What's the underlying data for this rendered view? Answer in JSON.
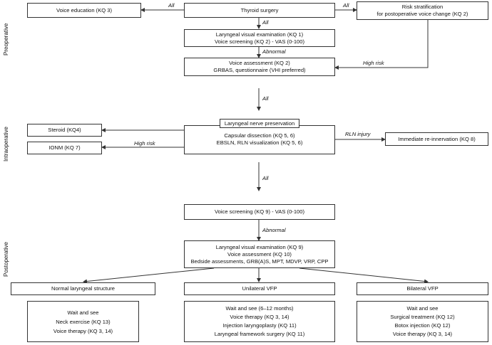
{
  "phases": {
    "preoperative": "Preoperative",
    "intraoperative": "Intraoperative",
    "postoperative": "Postoperative"
  },
  "pre": {
    "voice_education": "Voice education (KQ 3)",
    "thyroid_surgery": "Thyroid surgery",
    "risk_strat_1": "Risk stratification",
    "risk_strat_2": "for postoperative voice change (KQ 2)",
    "laryngeal_exam_1": "Laryngeal visual examination (KQ 1)",
    "laryngeal_exam_2": "Voice screening (KQ 2) - VAS (0-100)",
    "voice_assess_1": "Voice assessment (KQ 2)",
    "voice_assess_2": "GRBAS, questionnaire (VHI preferred)"
  },
  "intra": {
    "steroid": "Steroid (KQ4)",
    "ionm": "IONM (KQ 7)",
    "nerve_preservation": "Laryngeal nerve preservation",
    "capsular_1": "Capsular dissection (KQ 5, 6)",
    "capsular_2": "EBSLN, RLN visualization (KQ 5, 6)",
    "reinnervation": "Immediate re-innervation (KQ 8)"
  },
  "post": {
    "voice_screening": "Voice screening (KQ 9) - VAS (0-100)",
    "exam_1": "Laryngeal visual examination (KQ 9)",
    "exam_2": "Voice assessment (KQ 10)",
    "exam_3": "Bedside assessments, GRB(A)S, MPT, MDVP, VRP, CPP",
    "normal_title": "Normal laryngeal structure",
    "unilateral_title": "Unilateral VFP",
    "bilateral_title": "Bilateral VFP",
    "normal_items": [
      "Wait and see",
      "Neck exercise (KQ 13)",
      "Voice therapy (KQ 3, 14)"
    ],
    "unilateral_items": [
      "Wait and see (6–12 months)",
      "Voice therapy (KQ 3, 14)",
      "Injection laryngoplasty (KQ 11)",
      "Laryngeal framework surgery (KQ 11)"
    ],
    "bilateral_items": [
      "Wait and see",
      "Surgical treatment (KQ 12)",
      "Botox injection (KQ 12)",
      "Voice therapy (KQ 3, 14)"
    ]
  },
  "edge_labels": {
    "all_1": "All",
    "all_2": "All",
    "all_3": "All",
    "all_4": "All",
    "all_5": "All",
    "abnormal_1": "Abnormal",
    "high_risk_1": "High risk",
    "high_risk_2": "High risk",
    "rln_injury": "RLN injury",
    "abnormal_2": "Abnormal"
  }
}
